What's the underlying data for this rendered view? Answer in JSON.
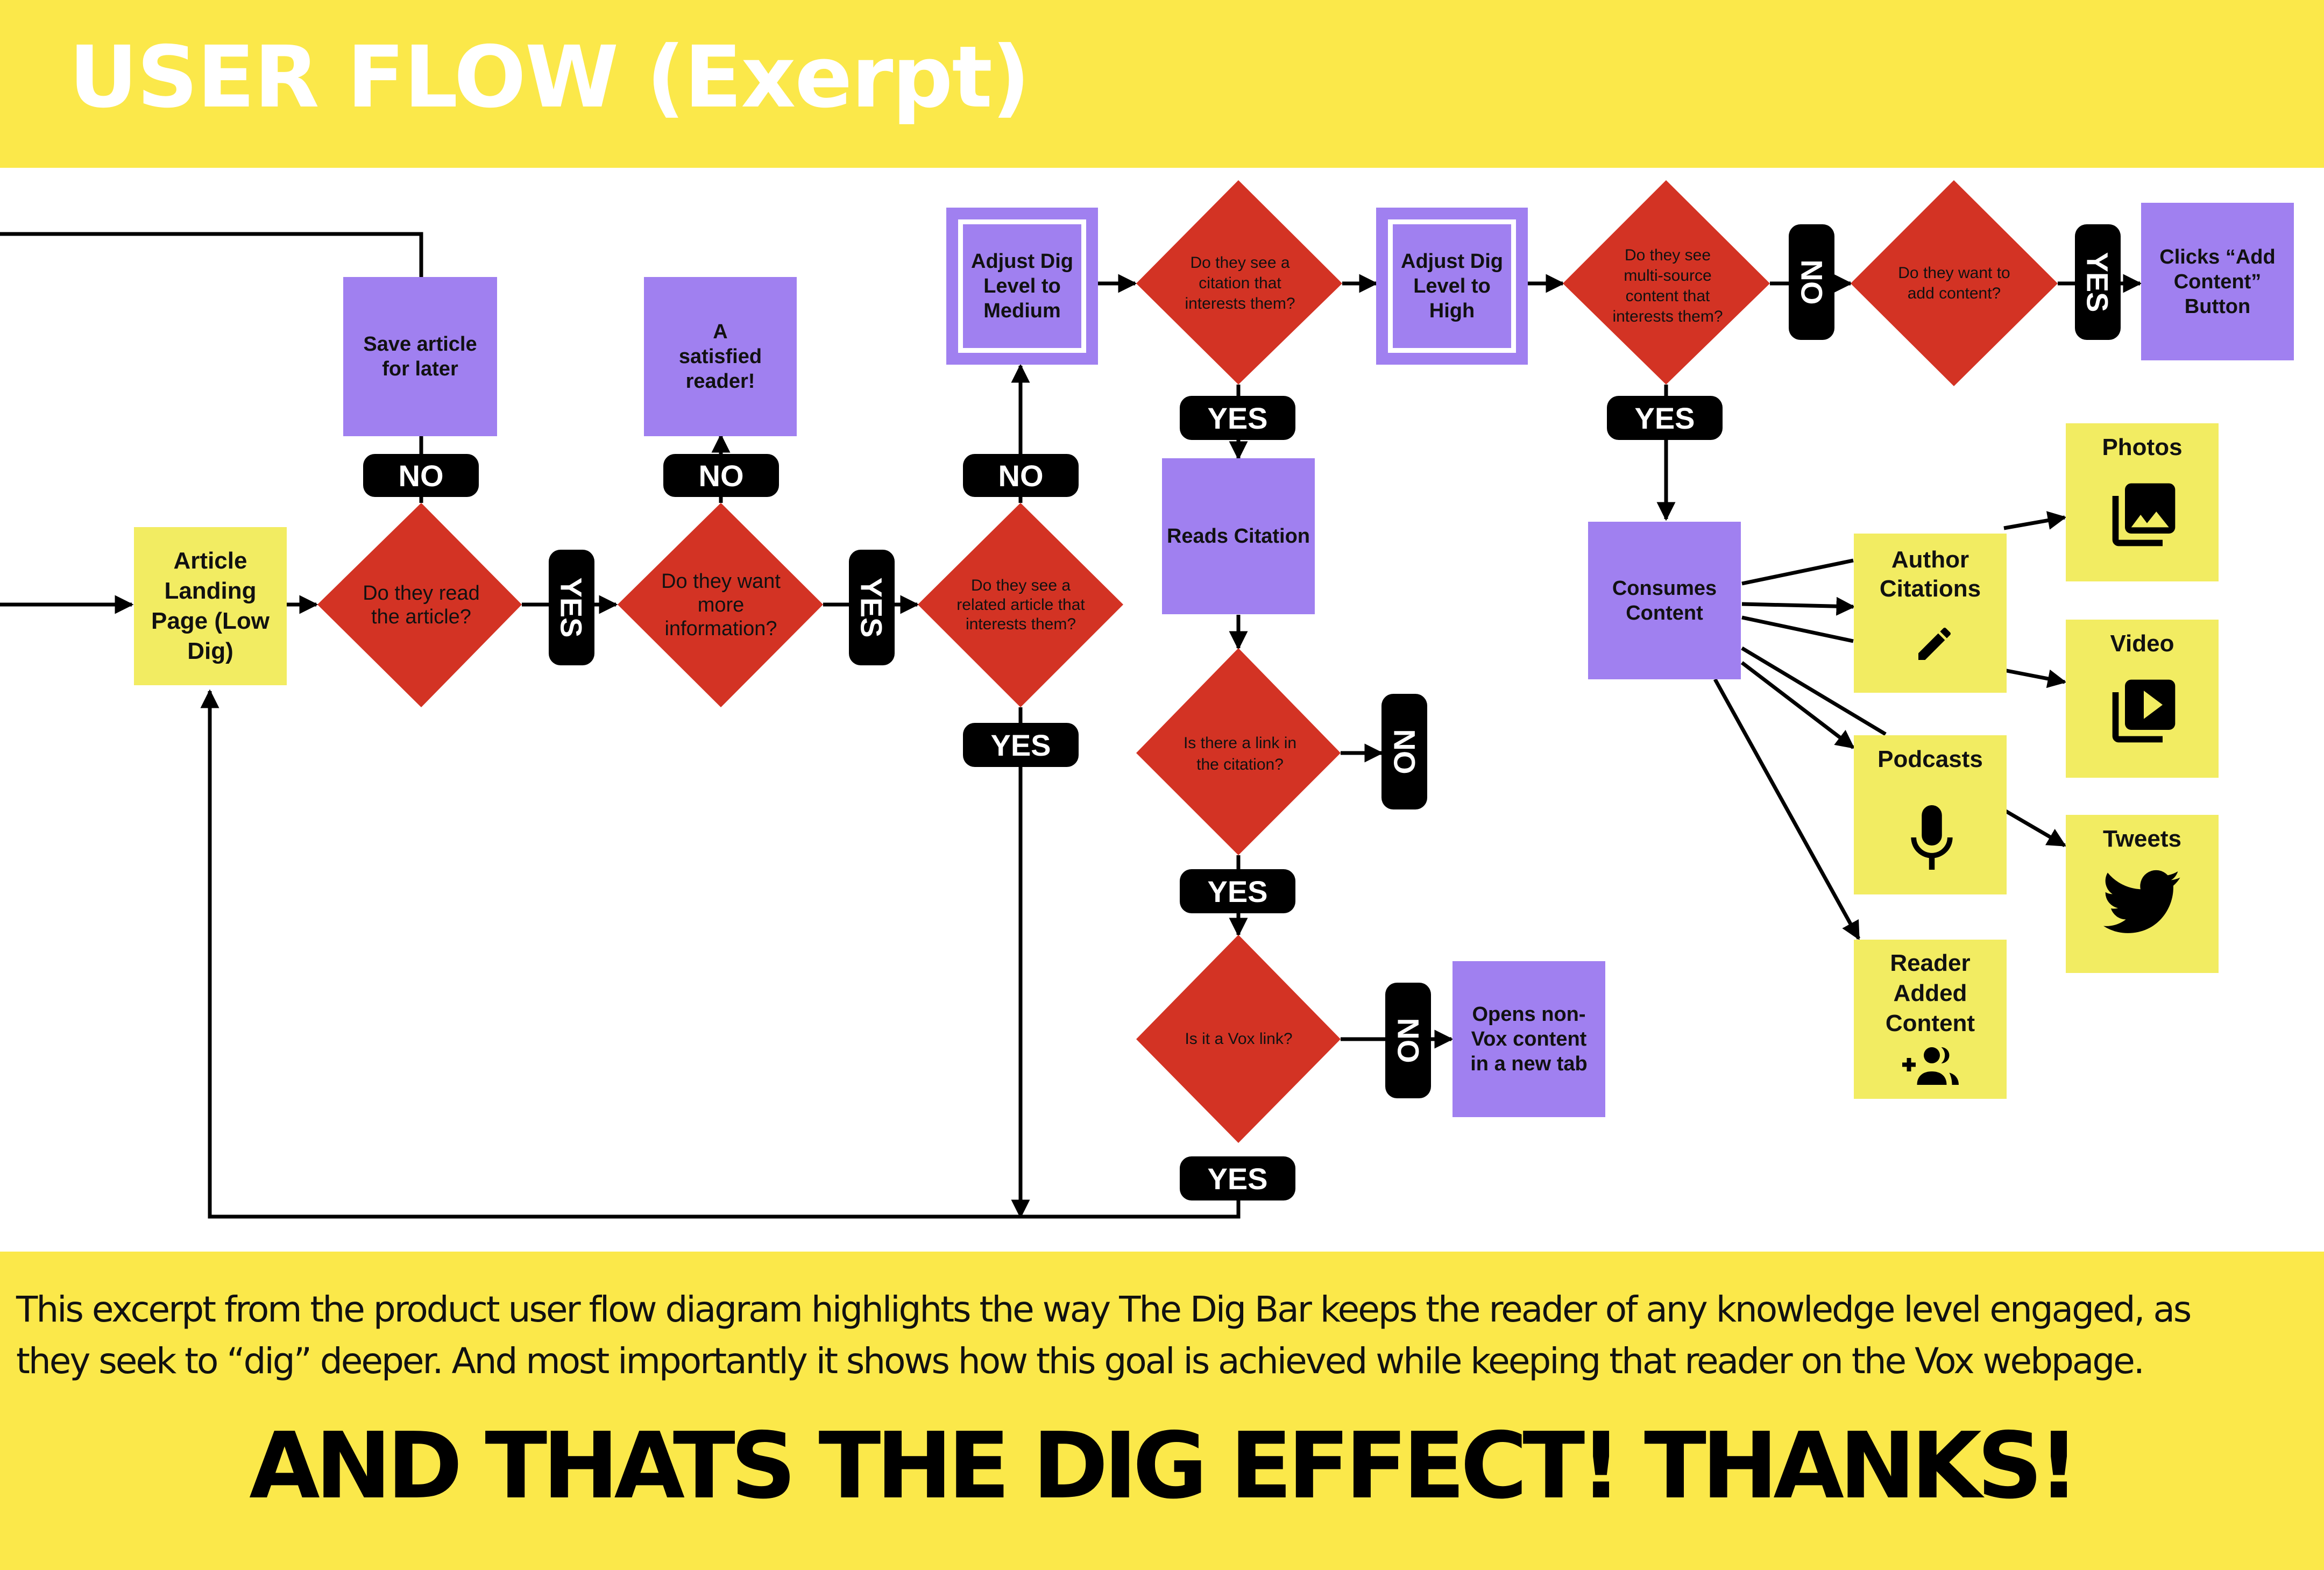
{
  "header": {
    "title": "USER FLOW (Exerpt)"
  },
  "colors": {
    "banner": "#fbe84a",
    "process": "#a080f0",
    "decision": "#d33324",
    "content_card": "#f2ec62",
    "label_pill": "#000000"
  },
  "nodes": {
    "article_landing": "Article Landing Page (Low Dig)",
    "save_later": "Save article for later",
    "satisfied": "A satisfied reader!",
    "adjust_medium": "Adjust Dig Level to Medium",
    "adjust_high": "Adjust Dig Level to High",
    "reads_citation": "Reads Citation",
    "opens_non_vox": "Opens non-Vox content in a new tab",
    "consumes_content": "Consumes Content",
    "clicks_add": "Clicks “Add Content” Button"
  },
  "decisions": {
    "read_article": "Do they read the article?",
    "want_more": "Do they want more information?",
    "related_article": "Do they see a related article that interests them?",
    "see_citation": "Do they see a citation that interests them?",
    "multi_source": "Do they see multi-source content that interests them?",
    "want_add": "Do they want to add content?",
    "link_in_citation": "Is there a link in the citation?",
    "vox_link": "Is it a Vox link?"
  },
  "labels": {
    "yes": "YES",
    "no": "NO"
  },
  "content_cards": {
    "author_citations": {
      "label": "Author Citations",
      "icon": "pencil-icon"
    },
    "podcasts": {
      "label": "Podcasts",
      "icon": "microphone-icon"
    },
    "reader_added": {
      "label": "Reader Added Content",
      "icon": "add-group-icon"
    },
    "photos": {
      "label": "Photos",
      "icon": "photo-library-icon"
    },
    "video": {
      "label": "Video",
      "icon": "video-library-icon"
    },
    "tweets": {
      "label": "Tweets",
      "icon": "twitter-bird-icon"
    }
  },
  "footer": {
    "description": "This excerpt from the product user flow diagram highlights the way The Dig Bar keeps the reader of any knowledge level engaged, as they seek to “dig” deeper.  And most importantly it shows how this goal is achieved while keeping that reader on the Vox webpage.",
    "tagline": "AND THATS THE DIG EFFECT! THANKS!"
  }
}
